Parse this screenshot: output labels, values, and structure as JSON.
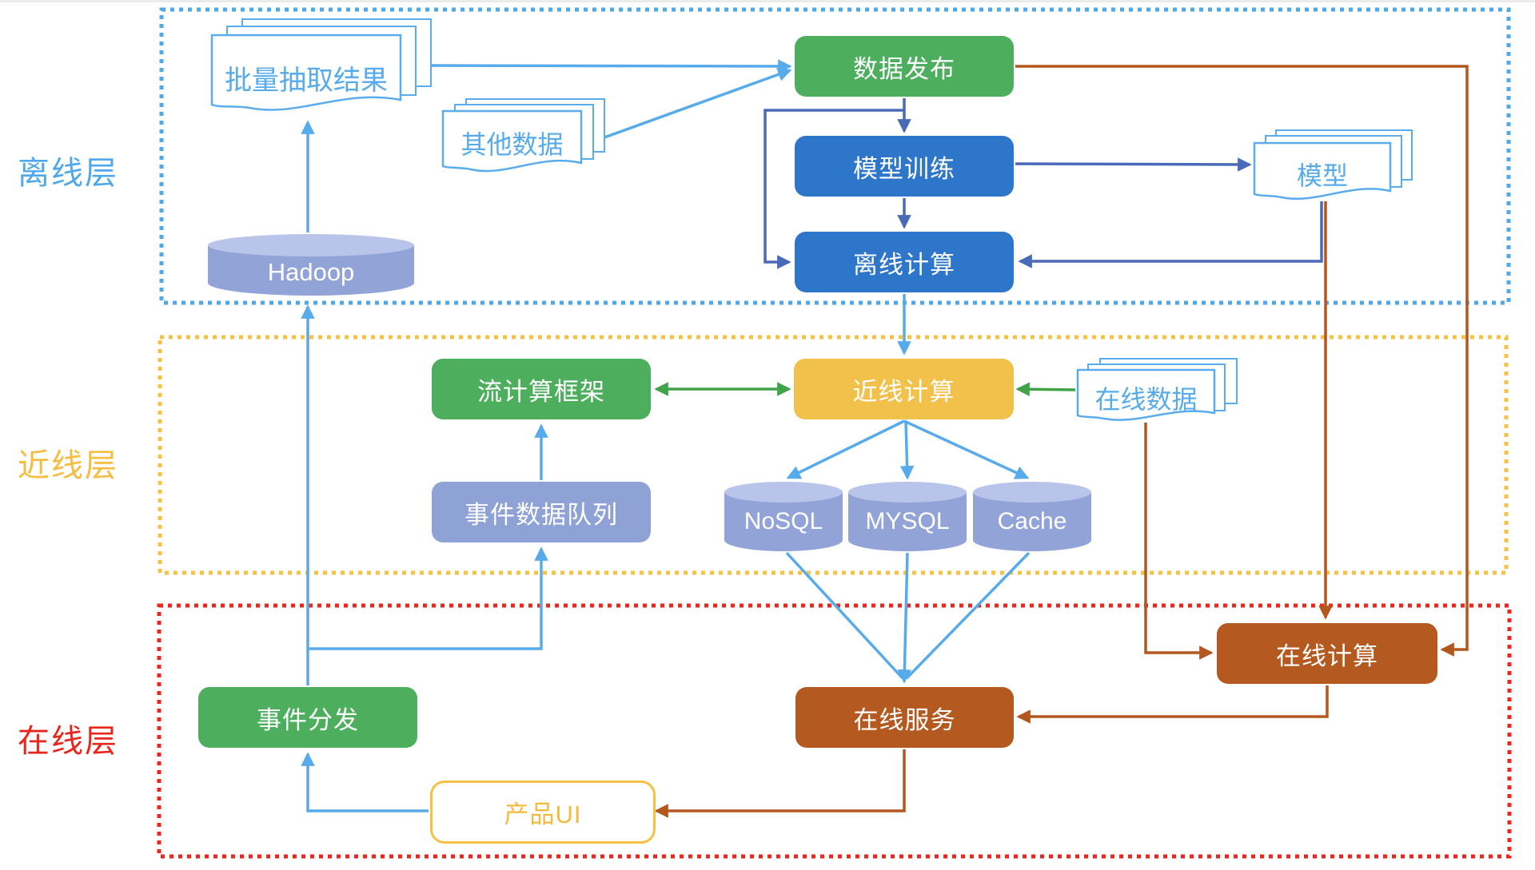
{
  "diagram": {
    "layers": {
      "offline": {
        "label": "离线层",
        "color": "#4FA8EA"
      },
      "nearline": {
        "label": "近线层",
        "color": "#F6BD43"
      },
      "online": {
        "label": "在线层",
        "color": "#E9261D"
      }
    },
    "nodes": {
      "data_publish": {
        "label": "数据发布"
      },
      "model_training": {
        "label": "模型训练"
      },
      "offline_compute": {
        "label": "离线计算"
      },
      "stream_framework": {
        "label": "流计算框架"
      },
      "nearline_compute": {
        "label": "近线计算"
      },
      "event_queue": {
        "label": "事件数据队列"
      },
      "event_dispatch": {
        "label": "事件分发"
      },
      "online_service": {
        "label": "在线服务"
      },
      "online_compute": {
        "label": "在线计算"
      },
      "product_ui": {
        "label": "产品UI"
      }
    },
    "documents": {
      "batch_results": {
        "label": "批量抽取结果"
      },
      "other_data": {
        "label": "其他数据"
      },
      "model": {
        "label": "模型"
      },
      "online_data": {
        "label": "在线数据"
      }
    },
    "datastores": {
      "hadoop": {
        "label": "Hadoop"
      },
      "nosql": {
        "label": "NoSQL"
      },
      "mysql": {
        "label": "MYSQL"
      },
      "cache": {
        "label": "Cache"
      }
    }
  }
}
